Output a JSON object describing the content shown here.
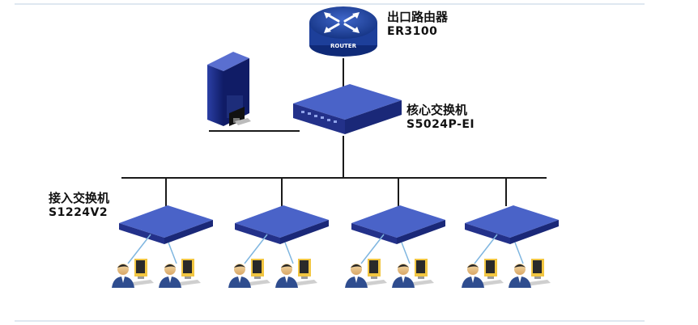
{
  "router": {
    "name": "出口路由器",
    "model": "ER3100",
    "badge": "ROUTER"
  },
  "core_switch": {
    "name": "核心交换机",
    "model": "S5024P-EI"
  },
  "access_switch": {
    "name": "接入交换机",
    "model": "S1224V2"
  },
  "access_switch_count": 4,
  "users_per_switch": 2,
  "colors": {
    "router_body": "#1d3f9a",
    "switch_top": "#4a63c8",
    "switch_side": "#23318a",
    "link": "#1a1a1a",
    "drop_line": "#7fb6e0"
  }
}
